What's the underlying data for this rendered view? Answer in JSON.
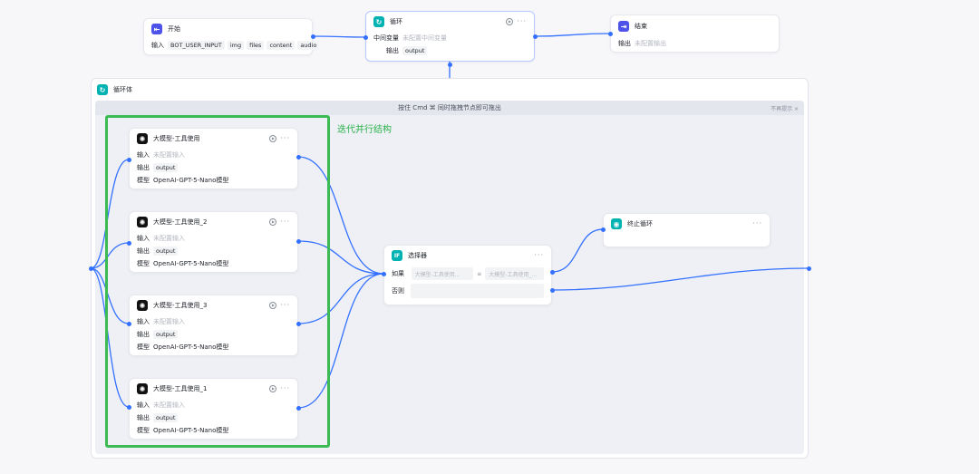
{
  "colors": {
    "port": "#3370ff",
    "wire": "#3370ff",
    "green_box": "#3cba54"
  },
  "start_node": {
    "title": "开始",
    "input_label": "输入",
    "inputs": [
      "BOT_USER_INPUT",
      "img",
      "files",
      "content",
      "audio"
    ]
  },
  "loop_node": {
    "title": "循环",
    "var_label": "中间变量",
    "var_placeholder": "未配置中间变量",
    "output_label": "输出",
    "output_value": "output"
  },
  "end_node": {
    "title": "结束",
    "output_label": "输出",
    "output_placeholder": "未配置输出"
  },
  "loop_body": {
    "title": "循环体",
    "hint": "按住 Cmd ⌘ 同时拖拽节点即可拖出",
    "dismiss": "不再提示 ×"
  },
  "annotation": "迭代并行结构",
  "llm_nodes": [
    {
      "title": "大模型-工具使用",
      "input_label": "输入",
      "input_placeholder": "未配置输入",
      "output_label": "输出",
      "output_value": "output",
      "model_label": "模型",
      "model_value": "OpenAI-GPT-5-Nano模型"
    },
    {
      "title": "大模型-工具使用_2",
      "input_label": "输入",
      "input_placeholder": "未配置输入",
      "output_label": "输出",
      "output_value": "output",
      "model_label": "模型",
      "model_value": "OpenAI-GPT-5-Nano模型"
    },
    {
      "title": "大模型-工具使用_3",
      "input_label": "输入",
      "input_placeholder": "未配置输入",
      "output_label": "输出",
      "output_value": "output",
      "model_label": "模型",
      "model_value": "OpenAI-GPT-5-Nano模型"
    },
    {
      "title": "大模型-工具使用_1",
      "input_label": "输入",
      "input_placeholder": "未配置输入",
      "output_label": "输出",
      "output_value": "output",
      "model_label": "模型",
      "model_value": "OpenAI-GPT-5-Nano模型"
    }
  ],
  "selector_node": {
    "title": "选择器",
    "if_label": "如果",
    "left_operand": "大模型-工具使用...",
    "operator": "≡",
    "right_operand": "大模型-工具使用_...",
    "else_label": "否则"
  },
  "terminate_node": {
    "title": "终止循环"
  }
}
